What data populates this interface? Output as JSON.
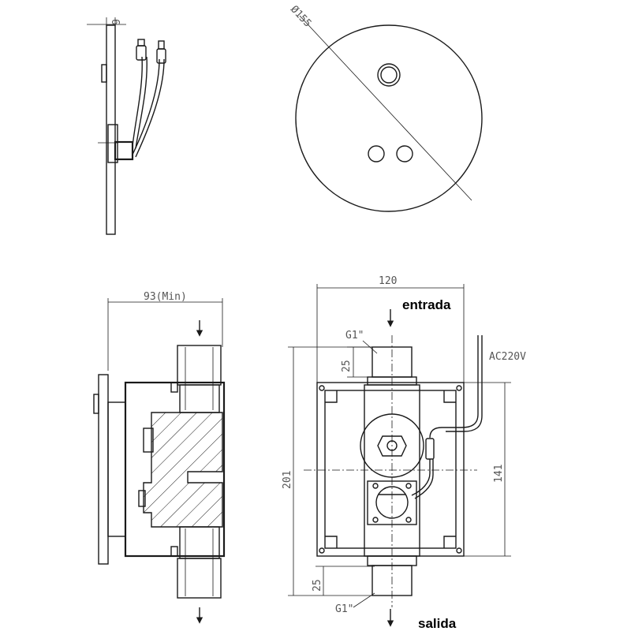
{
  "labels": {
    "inlet": "entrada",
    "outlet": "salida",
    "power": "AC220V"
  },
  "dimensions": {
    "side_thickness": "6",
    "diameter": "Ø155",
    "depth_min": "93(Min)",
    "width": "120",
    "height": "201",
    "inner_height": "141",
    "pipe_len_top": "25",
    "pipe_len_bottom": "25",
    "thread_top": "G1\"",
    "thread_bottom": "G1\""
  }
}
